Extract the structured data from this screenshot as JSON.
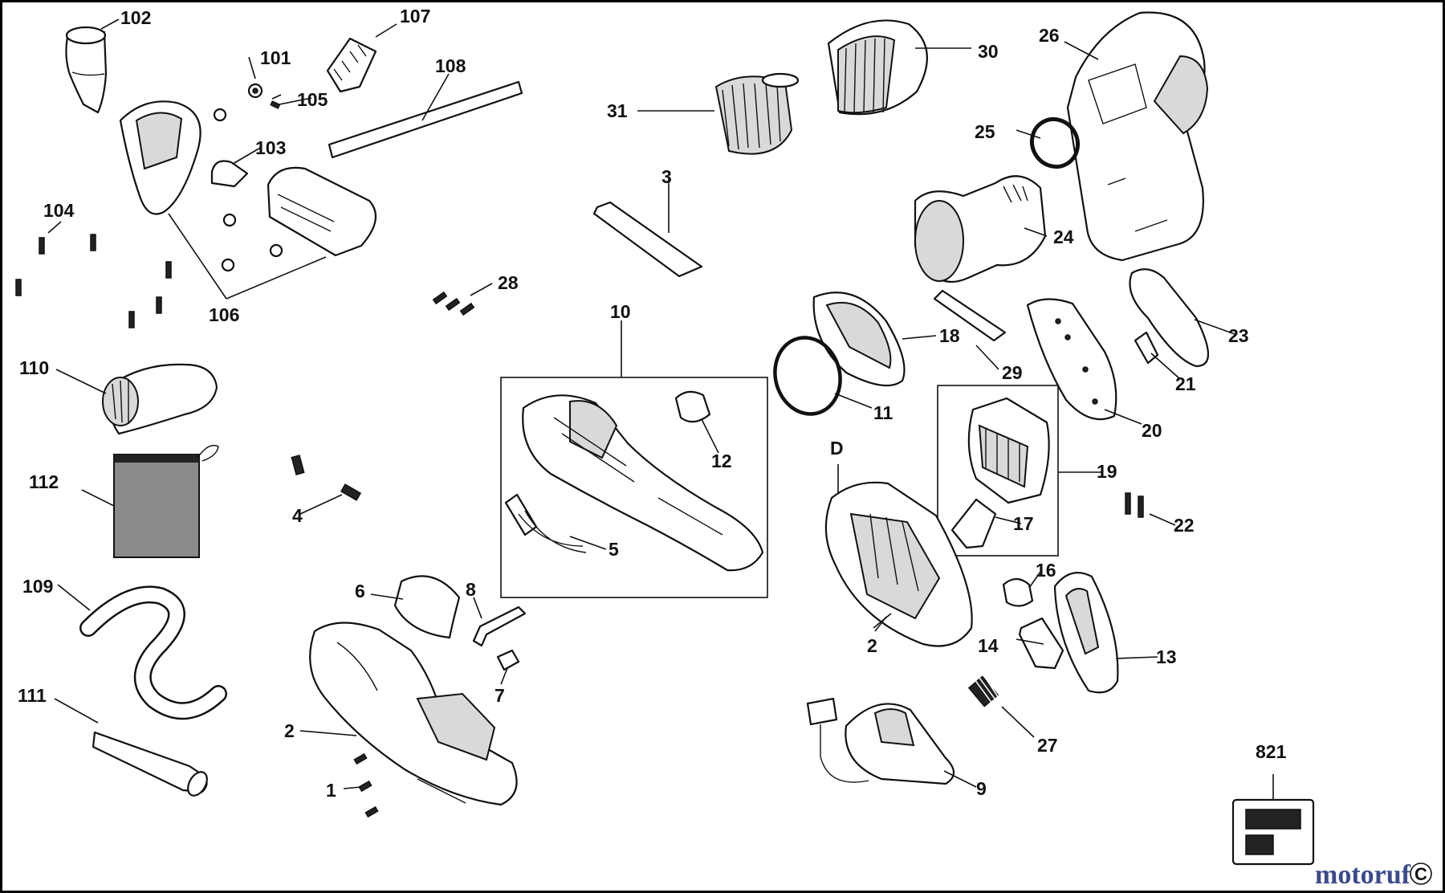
{
  "labels": {
    "p1": "1",
    "p2a": "2",
    "p2b": "2",
    "p3": "3",
    "p4": "4",
    "p5": "5",
    "p6": "6",
    "p7": "7",
    "p8": "8",
    "p9": "9",
    "p10": "10",
    "p11": "11",
    "p12": "12",
    "p13": "13",
    "p14": "14",
    "p16": "16",
    "p17": "17",
    "p18": "18",
    "p19": "19",
    "p20": "20",
    "p21": "21",
    "p22": "22",
    "p23": "23",
    "p24": "24",
    "p25": "25",
    "p26": "26",
    "p27": "27",
    "p28": "28",
    "p29": "29",
    "p30": "30",
    "p31": "31",
    "pD": "D",
    "p101": "101",
    "p102": "102",
    "p103": "103",
    "p104": "104",
    "p105": "105",
    "p106": "106",
    "p107": "107",
    "p108": "108",
    "p109": "109",
    "p110": "110",
    "p111": "111",
    "p112": "112",
    "p821": "821"
  },
  "watermark": {
    "brand": "motoruf",
    "corner_mark": "C"
  },
  "colors": {
    "ink": "#111111",
    "watermark": "#3b4a8c",
    "watermark_accent": "#c9a227"
  }
}
